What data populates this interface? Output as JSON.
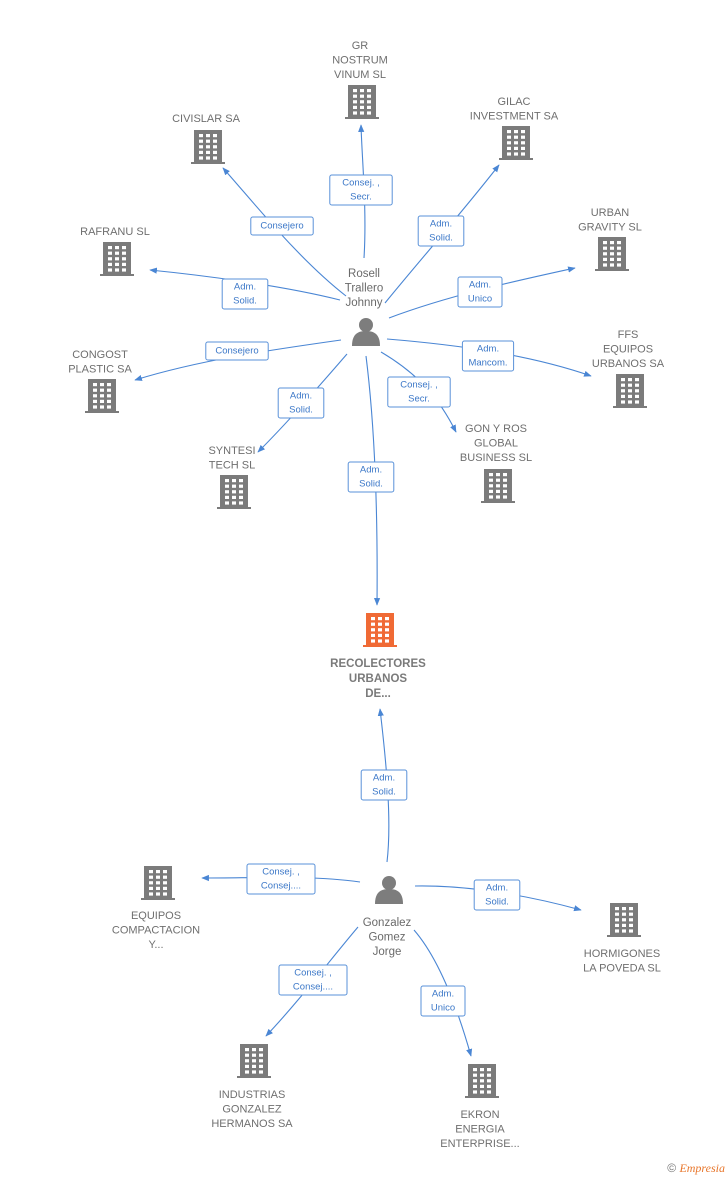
{
  "diagram": {
    "main_company": {
      "id": "recolectores",
      "lines": [
        "RECOLECTORES",
        "URBANOS",
        "DE..."
      ]
    },
    "persons": [
      {
        "id": "rosell",
        "lines": [
          "Rosell",
          "Trallero",
          "Johnny"
        ]
      },
      {
        "id": "gonzalez",
        "lines": [
          "Gonzalez",
          "Gomez",
          "Jorge"
        ]
      }
    ],
    "companies": [
      {
        "id": "gr-nostrum",
        "lines": [
          "GR",
          "NOSTRUM",
          "VINUM  SL"
        ]
      },
      {
        "id": "civislar",
        "lines": [
          "CIVISLAR SA"
        ]
      },
      {
        "id": "gilac",
        "lines": [
          "GILAC",
          "INVESTMENT SA"
        ]
      },
      {
        "id": "rafranu",
        "lines": [
          "RAFRANU SL"
        ]
      },
      {
        "id": "urban-gravity",
        "lines": [
          "URBAN",
          "GRAVITY  SL"
        ]
      },
      {
        "id": "congost",
        "lines": [
          "CONGOST",
          "PLASTIC SA"
        ]
      },
      {
        "id": "ffs",
        "lines": [
          "FFS",
          "EQUIPOS",
          "URBANOS SA"
        ]
      },
      {
        "id": "syntesi",
        "lines": [
          "SYNTESI",
          "TECH  SL"
        ]
      },
      {
        "id": "gon-y-ros",
        "lines": [
          "GON Y ROS",
          "GLOBAL",
          "BUSINESS  SL"
        ]
      },
      {
        "id": "equipos-compactacion",
        "lines": [
          "EQUIPOS",
          "COMPACTACION",
          "Y..."
        ]
      },
      {
        "id": "hormigones",
        "lines": [
          "HORMIGONES",
          "LA POVEDA SL"
        ]
      },
      {
        "id": "industrias-gonzalez",
        "lines": [
          "INDUSTRIAS",
          "GONZALEZ",
          "HERMANOS SA"
        ]
      },
      {
        "id": "ekron",
        "lines": [
          "EKRON",
          "ENERGIA",
          "ENTERPRISE..."
        ]
      }
    ],
    "relations": [
      {
        "from": "rosell",
        "to": "gr-nostrum",
        "role": [
          "Consej. ,",
          "Secr."
        ]
      },
      {
        "from": "rosell",
        "to": "civislar",
        "role": [
          "Consejero"
        ]
      },
      {
        "from": "rosell",
        "to": "gilac",
        "role": [
          "Adm.",
          "Solid."
        ]
      },
      {
        "from": "rosell",
        "to": "rafranu",
        "role": [
          "Adm.",
          "Solid."
        ]
      },
      {
        "from": "rosell",
        "to": "urban-gravity",
        "role": [
          "Adm.",
          "Unico"
        ]
      },
      {
        "from": "rosell",
        "to": "congost",
        "role": [
          "Consejero"
        ]
      },
      {
        "from": "rosell",
        "to": "ffs",
        "role": [
          "Adm.",
          "Mancom."
        ]
      },
      {
        "from": "rosell",
        "to": "syntesi",
        "role": [
          "Adm.",
          "Solid."
        ]
      },
      {
        "from": "rosell",
        "to": "gon-y-ros",
        "role": [
          "Consej. ,",
          "Secr."
        ]
      },
      {
        "from": "rosell",
        "to": "recolectores",
        "role": [
          "Adm.",
          "Solid."
        ]
      },
      {
        "from": "gonzalez",
        "to": "recolectores",
        "role": [
          "Adm.",
          "Solid."
        ]
      },
      {
        "from": "gonzalez",
        "to": "equipos-compactacion",
        "role": [
          "Consej. ,",
          "Consej...."
        ]
      },
      {
        "from": "gonzalez",
        "to": "hormigones",
        "role": [
          "Adm.",
          "Solid."
        ]
      },
      {
        "from": "gonzalez",
        "to": "industrias-gonzalez",
        "role": [
          "Consej. ,",
          "Consej...."
        ]
      },
      {
        "from": "gonzalez",
        "to": "ekron",
        "role": [
          "Adm.",
          "Unico"
        ]
      }
    ]
  },
  "footer": {
    "copyright": "©",
    "brand": "Empresia"
  },
  "colors": {
    "edge": "#4a86d4",
    "building": "#7b7b7b",
    "main_building": "#f06a35",
    "person": "#7d7d7d"
  }
}
